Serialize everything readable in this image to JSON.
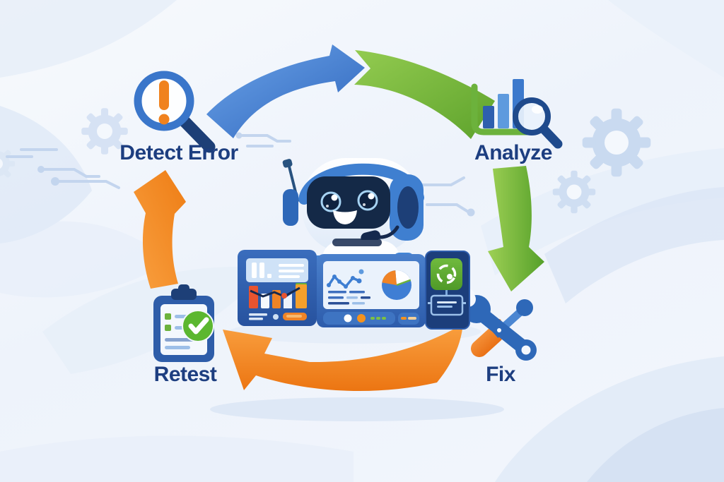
{
  "diagram": {
    "type": "cycle",
    "steps": [
      {
        "label": "Detect Error",
        "icon": "magnifier-exclamation-icon",
        "position": "top-left"
      },
      {
        "label": "Analyze",
        "icon": "bar-chart-magnifier-icon",
        "position": "top-right"
      },
      {
        "label": "Fix",
        "icon": "wrench-screwdriver-icon",
        "position": "bottom-right"
      },
      {
        "label": "Retest",
        "icon": "clipboard-checklist-icon",
        "position": "bottom-left"
      }
    ],
    "flow": [
      {
        "from": "Detect Error",
        "to": "Analyze",
        "arrow_color": "#4a86d8"
      },
      {
        "from": "Analyze",
        "to": "Fix",
        "arrow_color": "#6fb43c"
      },
      {
        "from": "Fix",
        "to": "Retest",
        "arrow_color": "#f4871f"
      },
      {
        "from": "Retest",
        "to": "Detect Error",
        "arrow_color": "#f4871f"
      }
    ],
    "center": {
      "subject": "robot assistant with headset",
      "screens": [
        "bar-chart-screen",
        "line-and-pie-chart-screen",
        "status-screen"
      ]
    }
  },
  "colors": {
    "label_text": "#1d3e80",
    "arrow_blue": "#4a86d8",
    "arrow_green": "#6fb43c",
    "arrow_orange": "#f4871f",
    "background": "#f3f7fd",
    "wave": "#dce7f6"
  }
}
